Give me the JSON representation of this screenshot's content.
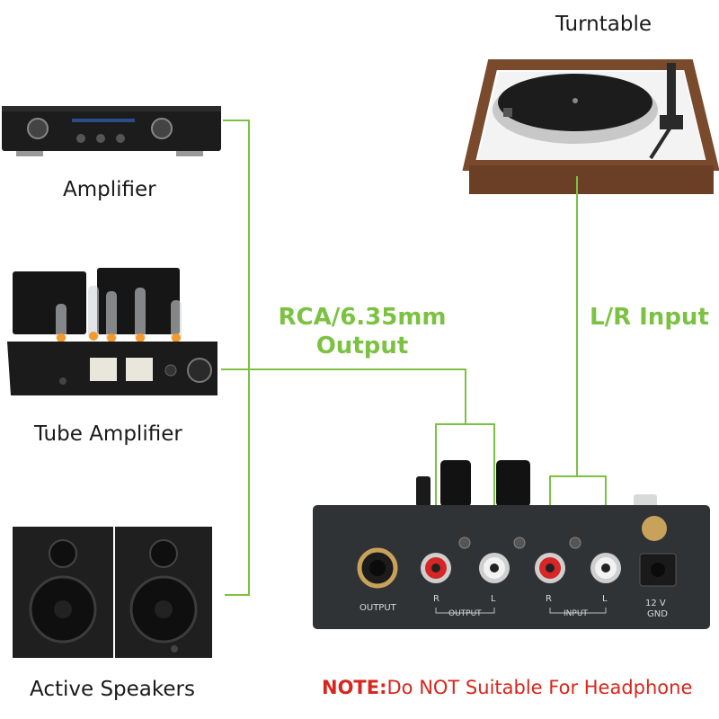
{
  "labels": {
    "turntable": "Turntable",
    "amplifier": "Amplifier",
    "tube_amplifier": "Tube Amplifier",
    "active_speakers": "Active Speakers"
  },
  "connections": {
    "output_line1": "RCA/6.35mm",
    "output_line2": "Output",
    "input": "L/R Input"
  },
  "device_panel": {
    "output_jack": "OUTPUT",
    "out_r": "R",
    "out_l": "L",
    "output_group": "OUTPUT",
    "in_r": "R",
    "in_l": "L",
    "input_group": "INPUT",
    "power_line1": "12 V",
    "power_line2": "GND"
  },
  "note": {
    "prefix": "NOTE:",
    "text": "Do NOT Suitable For Headphone"
  },
  "colors": {
    "line_green": "#7cc242",
    "note_red": "#d8261c"
  }
}
